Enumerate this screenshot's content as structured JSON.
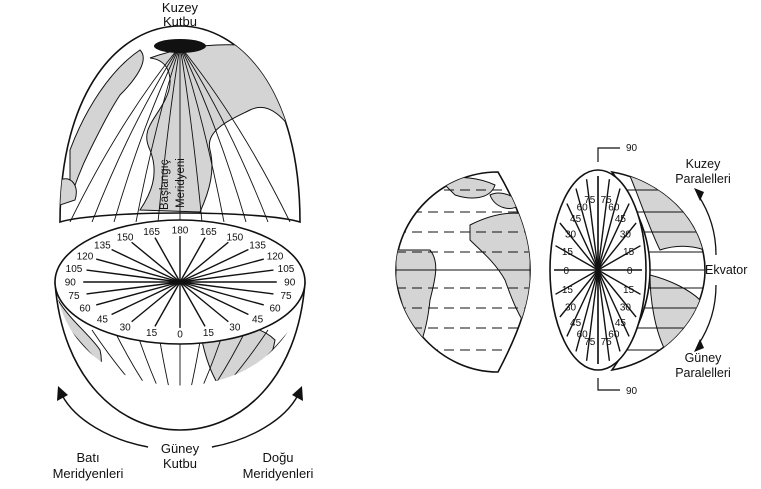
{
  "left_figure": {
    "north_pole_label_1": "Kuzey",
    "north_pole_label_2": "Kutbu",
    "prime_meridian_label_1": "Başlangıç",
    "prime_meridian_label_2": "Meridyeni",
    "south_pole_label_1": "Güney",
    "south_pole_label_2": "Kutbu",
    "west_label_1": "Batı",
    "west_label_2": "Meridyenleri",
    "east_label_1": "Doğu",
    "east_label_2": "Meridyenleri",
    "meridian_degrees_west": [
      "165",
      "150",
      "135",
      "120",
      "105",
      "90",
      "75",
      "60",
      "45",
      "30",
      "15"
    ],
    "meridian_degrees_east": [
      "165",
      "150",
      "135",
      "120",
      "105",
      "90",
      "75",
      "60",
      "45",
      "30",
      "15"
    ],
    "meridian_180": "180",
    "meridian_0": "0"
  },
  "right_figure": {
    "north_label_1": "Kuzey",
    "north_label_2": "Paralelleri",
    "equator_label": "Ekvator",
    "south_label_1": "Güney",
    "south_label_2": "Paralelleri",
    "top_90": "90",
    "bottom_90": "90",
    "parallels_upper": [
      "75",
      "60",
      "45",
      "30",
      "15"
    ],
    "parallels_lower": [
      "15",
      "30",
      "45",
      "60",
      "75"
    ],
    "equator_degree": "0"
  },
  "colors": {
    "line": "#111111",
    "land": "#d4d4d4",
    "ocean": "#ffffff"
  }
}
